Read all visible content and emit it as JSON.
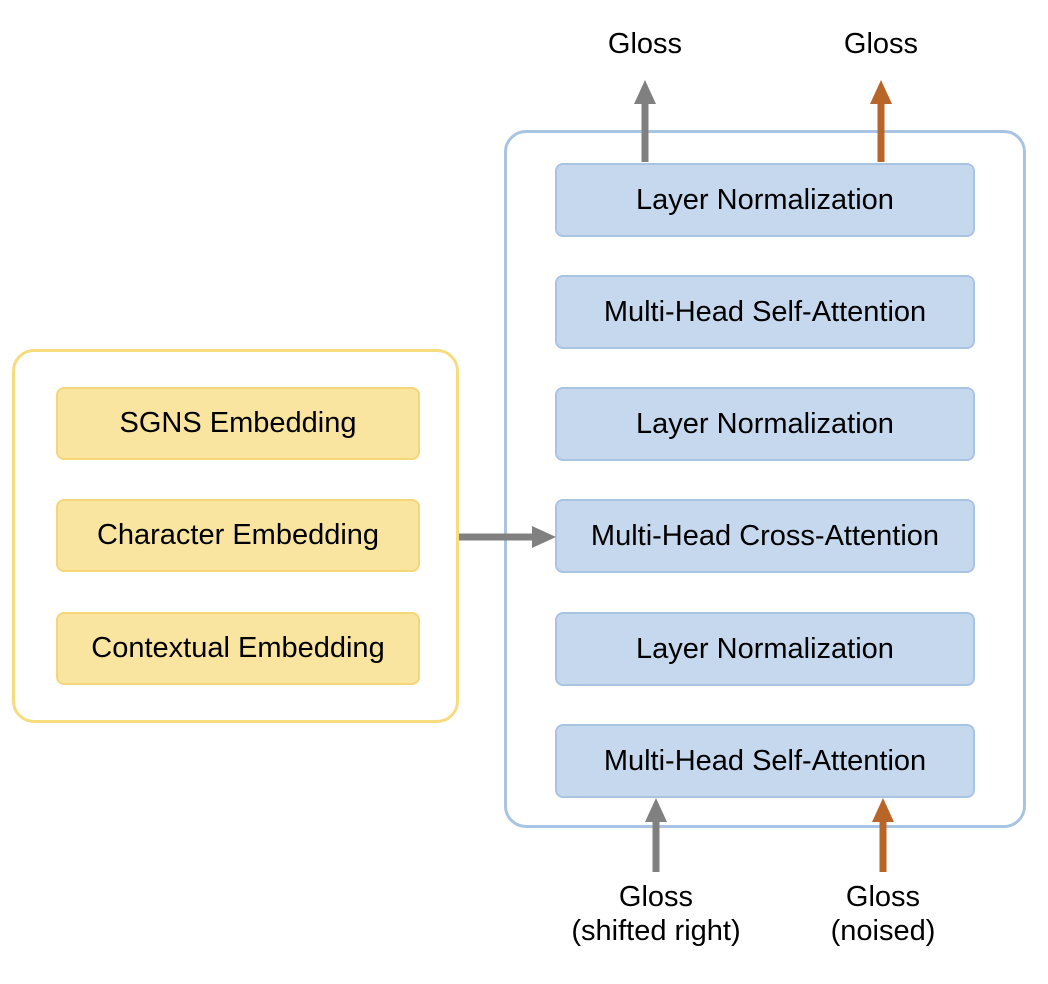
{
  "encoder": {
    "blocks": [
      "SGNS Embedding",
      "Character Embedding",
      "Contextual Embedding"
    ]
  },
  "decoder": {
    "layers": [
      "Layer Normalization",
      "Multi-Head Self-Attention",
      "Layer Normalization",
      "Multi-Head Cross-Attention",
      "Layer Normalization",
      "Multi-Head Self-Attention"
    ]
  },
  "outputs": {
    "left": "Gloss",
    "right": "Gloss"
  },
  "inputs": {
    "left": {
      "line1": "Gloss",
      "line2": "(shifted right)"
    },
    "right": {
      "line1": "Gloss",
      "line2": "(noised)"
    }
  },
  "colors": {
    "gray_arrow": "#808080",
    "orange_arrow": "#b8652a",
    "embedding_fill": "#f9e4a0",
    "layer_fill": "#c5d8ee"
  }
}
